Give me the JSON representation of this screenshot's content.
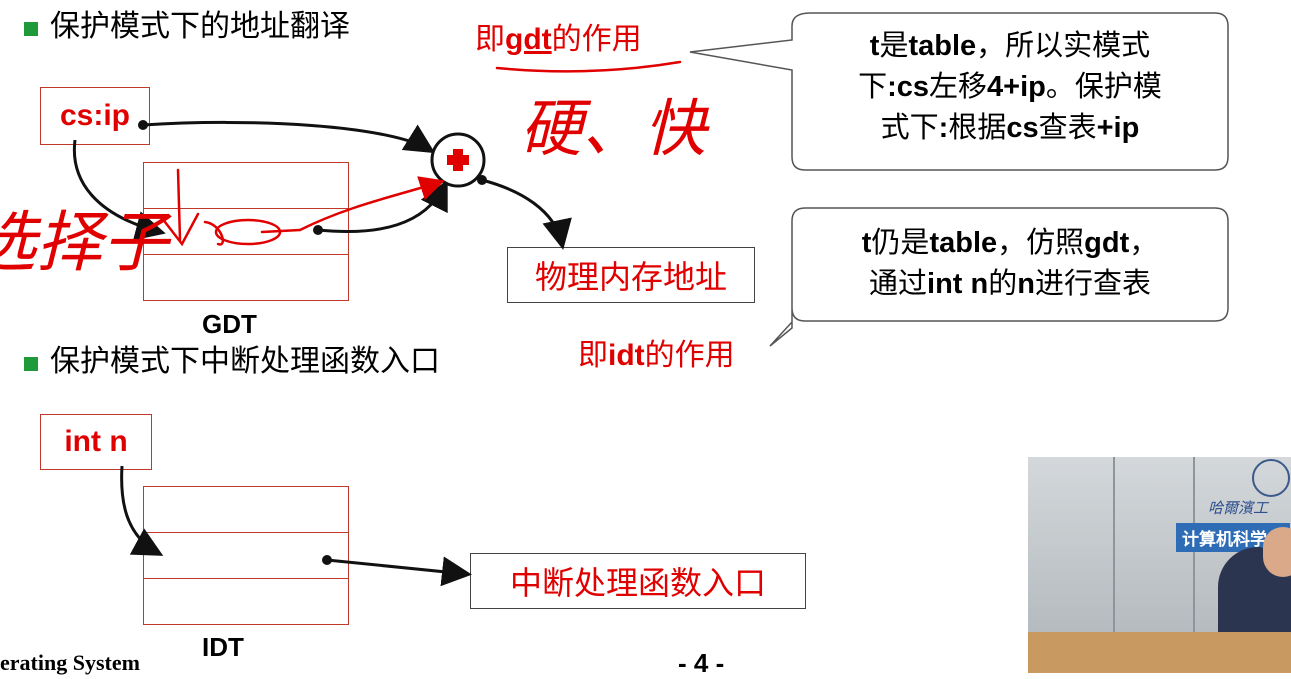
{
  "slide": {
    "bullet1": "保护模式下的地址翻译",
    "bullet2": "保护模式下中断处理函数入口",
    "gdt_note_prefix": "即",
    "gdt_note_bold": "gdt",
    "gdt_note_suffix": "的作用",
    "idt_note_prefix": "即",
    "idt_note_bold": "idt",
    "idt_note_suffix": "的作用",
    "csip_box": "cs:ip",
    "gdt_label": "GDT",
    "phys_addr_box": "物理内存地址",
    "intn_box": "int n",
    "idt_label": "IDT",
    "handler_box": "中断处理函数入口",
    "handwriting_top": "硬、快",
    "handwriting_left": "选择子",
    "callout1": {
      "l1a": "t",
      "l1b": "是",
      "l1c": "table",
      "l1d": "，所以实模式",
      "l2a": "下",
      "l2b": ":cs",
      "l2c": "左移",
      "l2d": "4+ip",
      "l2e": "。保护模",
      "l3a": "式下",
      "l3b": ":",
      "l3c": "根据",
      "l3d": "cs",
      "l3e": "查表",
      "l3f": "+ip"
    },
    "callout2": {
      "l1a": "t",
      "l1b": "仍是",
      "l1c": "table",
      "l1d": "，仿照",
      "l1e": "gdt",
      "l1f": "，",
      "l2a": "通过",
      "l2b": "int n",
      "l2c": "的",
      "l2d": "n",
      "l2e": "进行查表"
    },
    "footer_left": "erating System",
    "footer_page": "- 4 -"
  },
  "video": {
    "banner_top": "哈爾濱工",
    "banner_main": "计算机科学与"
  },
  "colors": {
    "accent_red": "#e00000",
    "bullet_green": "#1f9a3a",
    "box_red": "#c0392b"
  }
}
